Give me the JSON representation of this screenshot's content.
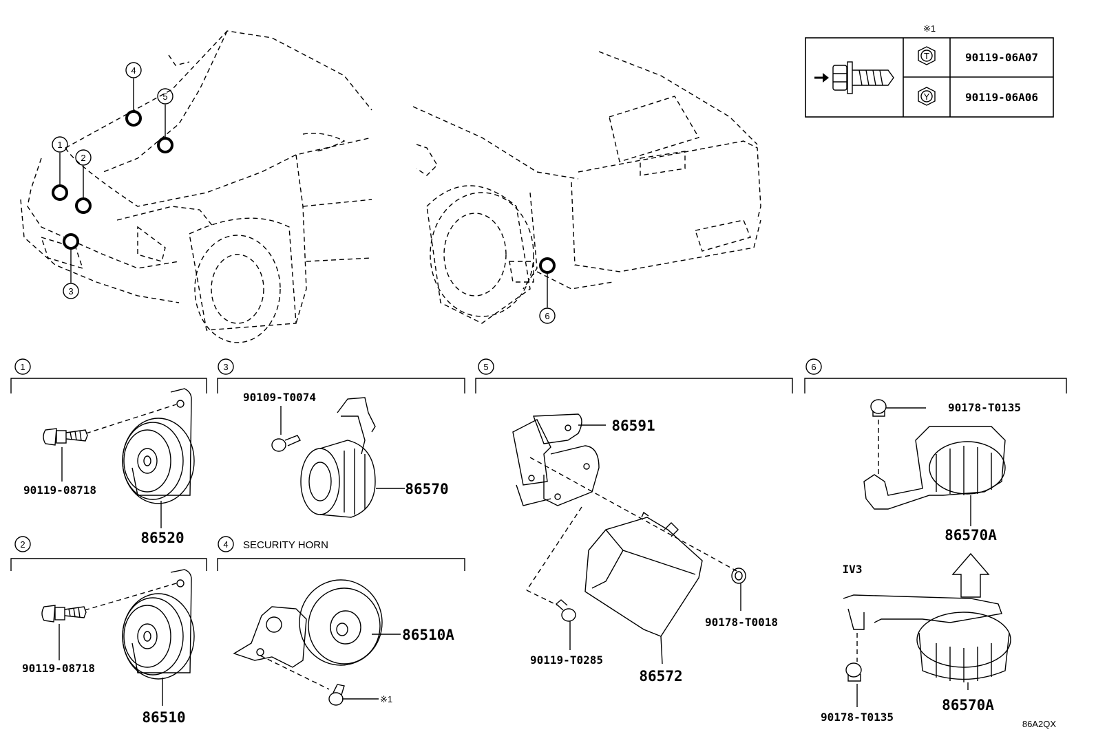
{
  "sections": [
    {
      "id": "1",
      "parts": [
        {
          "number": "90119-08718"
        },
        {
          "number": "86520"
        }
      ]
    },
    {
      "id": "2",
      "parts": [
        {
          "number": "90119-08718"
        },
        {
          "number": "86510"
        }
      ]
    },
    {
      "id": "3",
      "parts": [
        {
          "number": "90109-T0074"
        },
        {
          "number": "86570"
        }
      ]
    },
    {
      "id": "4",
      "title": "SECURITY HORN",
      "parts": [
        {
          "number": "86510A"
        }
      ],
      "bolt_note": "※1"
    },
    {
      "id": "5",
      "parts": [
        {
          "number": "86591"
        },
        {
          "number": "86572"
        },
        {
          "number": "90119-T0285"
        },
        {
          "number": "90178-T0018"
        }
      ]
    },
    {
      "id": "6",
      "parts": [
        {
          "number": "90178-T0135"
        },
        {
          "number": "86570A"
        },
        {
          "number": "86570A"
        },
        {
          "number": "90178-T0135"
        }
      ],
      "variant_label": "IV3"
    }
  ],
  "location_markers": [
    "1",
    "2",
    "3",
    "4",
    "5",
    "6"
  ],
  "bolt_table": {
    "note": "※1",
    "rows": [
      {
        "symbol": "T",
        "part_number": "90119-06A07"
      },
      {
        "symbol": "Y",
        "part_number": "90119-06A06"
      }
    ]
  },
  "diagram_code": "86A2QX"
}
